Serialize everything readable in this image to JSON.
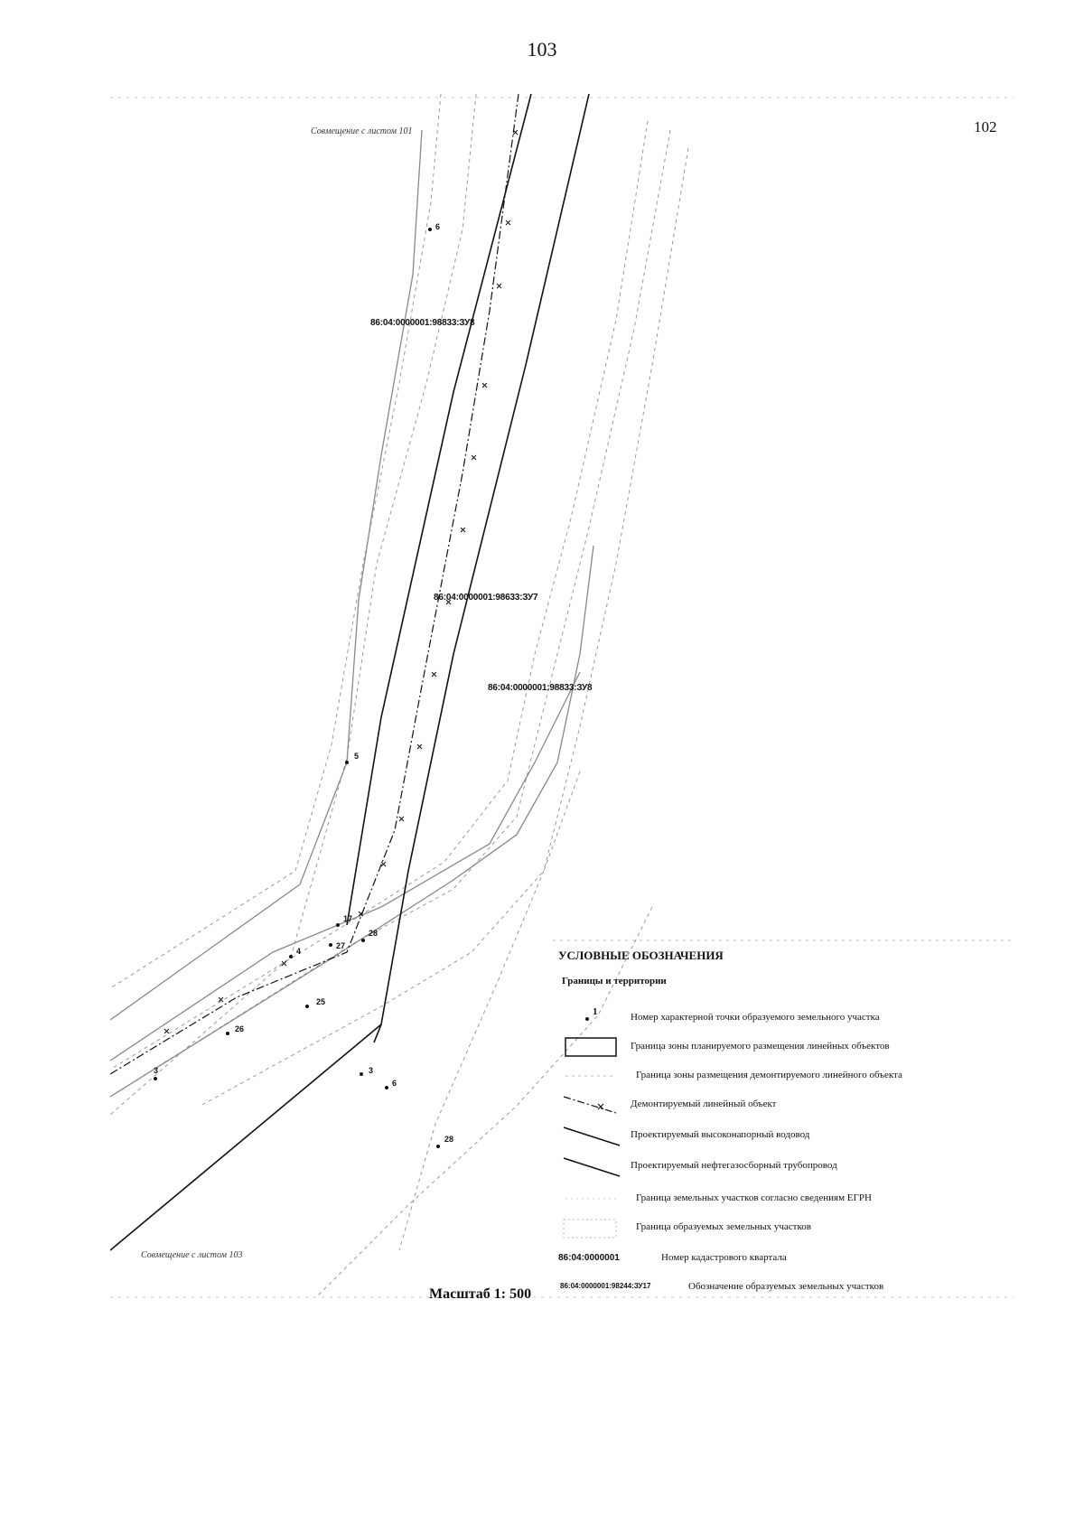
{
  "page_number": "103",
  "sheet_ref_top_right": "102",
  "match_line_top": "Совмещение с листом 101",
  "match_line_bottom": "Совмещение с листом 103",
  "parcel_labels": [
    "86:04:0000001:98833:ЗУ8",
    "86:04:0000001:98633:ЗУ7",
    "86:04:0000001:98833:ЗУ8"
  ],
  "point_numbers": [
    "6",
    "5",
    "4",
    "3",
    "17",
    "27",
    "28",
    "25",
    "26",
    "3",
    "6",
    "28"
  ],
  "scale": "Масштаб 1: 500",
  "legend": {
    "title": "УСЛОВНЫЕ ОБОЗНАЧЕНИЯ",
    "subtitle": "Границы и территории",
    "point_symbol_label": "1",
    "quarter_code": "86:04:0000001",
    "parcel_code": "86:04:0000001:98244:ЗУ17",
    "items": [
      "Номер характерной точки образуемого земельного участка",
      "Граница зоны планируемого размещения линейных объектов",
      "Граница зоны размещения демонтируемого линейного объекта",
      "Демонтируемый линейный объект",
      "Проектируемый высоконапорный водовод",
      "Проектируемый нефтегазосборный трубопровод",
      "Граница земельных участков согласно сведениям ЕГРН",
      "Граница образуемых земельных участков",
      "Номер кадастрового квартала",
      "Обозначение образуемых земельных участков"
    ]
  },
  "colors": {
    "ink": "#111111",
    "light_line": "#9a9a9a",
    "frame": "#bbbbbb"
  }
}
